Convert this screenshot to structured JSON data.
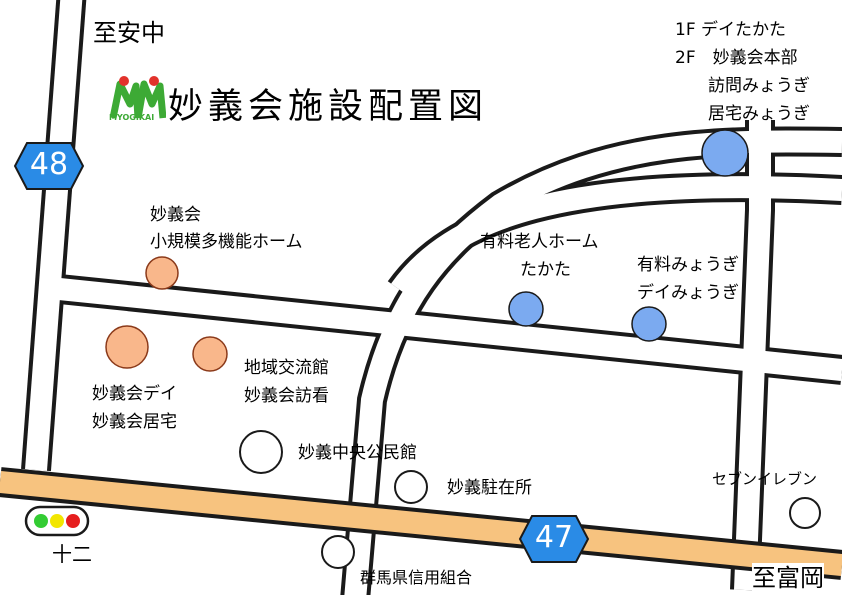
{
  "map": {
    "title": "妙義会施設配置図",
    "logo_text": "MYOGIKAI",
    "directions": {
      "north": "至安中",
      "east": "至富岡"
    },
    "routes": [
      {
        "number": "48"
      },
      {
        "number": "47"
      }
    ],
    "intersection_label": "十二",
    "facilities": [
      {
        "lines": [
          "1F デイたかた",
          "2F　妙義会本部",
          "訪問みょうぎ",
          "居宅みょうぎ"
        ],
        "marker": "blue",
        "icon": "circle-marker"
      },
      {
        "lines": [
          "妙義会",
          "小規模多機能ホーム"
        ],
        "marker": "orange",
        "icon": "circle-marker"
      },
      {
        "lines": [
          "有料老人ホーム",
          "たかた"
        ],
        "marker": "blue",
        "icon": "circle-marker"
      },
      {
        "lines": [
          "有料みょうぎ",
          "デイみょうぎ"
        ],
        "marker": "blue",
        "icon": "circle-marker"
      },
      {
        "lines": [
          "妙義会デイ",
          "妙義会居宅"
        ],
        "marker": "orange",
        "icon": "circle-marker"
      },
      {
        "lines": [
          "地域交流館",
          "妙義会訪看"
        ],
        "marker": "orange",
        "icon": "circle-marker"
      }
    ],
    "landmarks": [
      {
        "name": "妙義中央公民館",
        "icon": "circle-marker"
      },
      {
        "name": "妙義駐在所",
        "icon": "circle-marker"
      },
      {
        "name": "セブンイレブン",
        "icon": "circle-marker"
      },
      {
        "name": "群馬県信用組合",
        "icon": "circle-marker"
      }
    ],
    "colors": {
      "road_outline": "#1a1a1a",
      "main_road": "#f7c37f",
      "route_shield": "#2a8be6",
      "facility_blue": "#7baaf0",
      "facility_orange": "#f9b78b",
      "signal_green": "#33cc33",
      "signal_yellow": "#f2e600",
      "signal_red": "#e61e1e",
      "logo_green": "#3daa35",
      "logo_red": "#e2322c"
    }
  }
}
